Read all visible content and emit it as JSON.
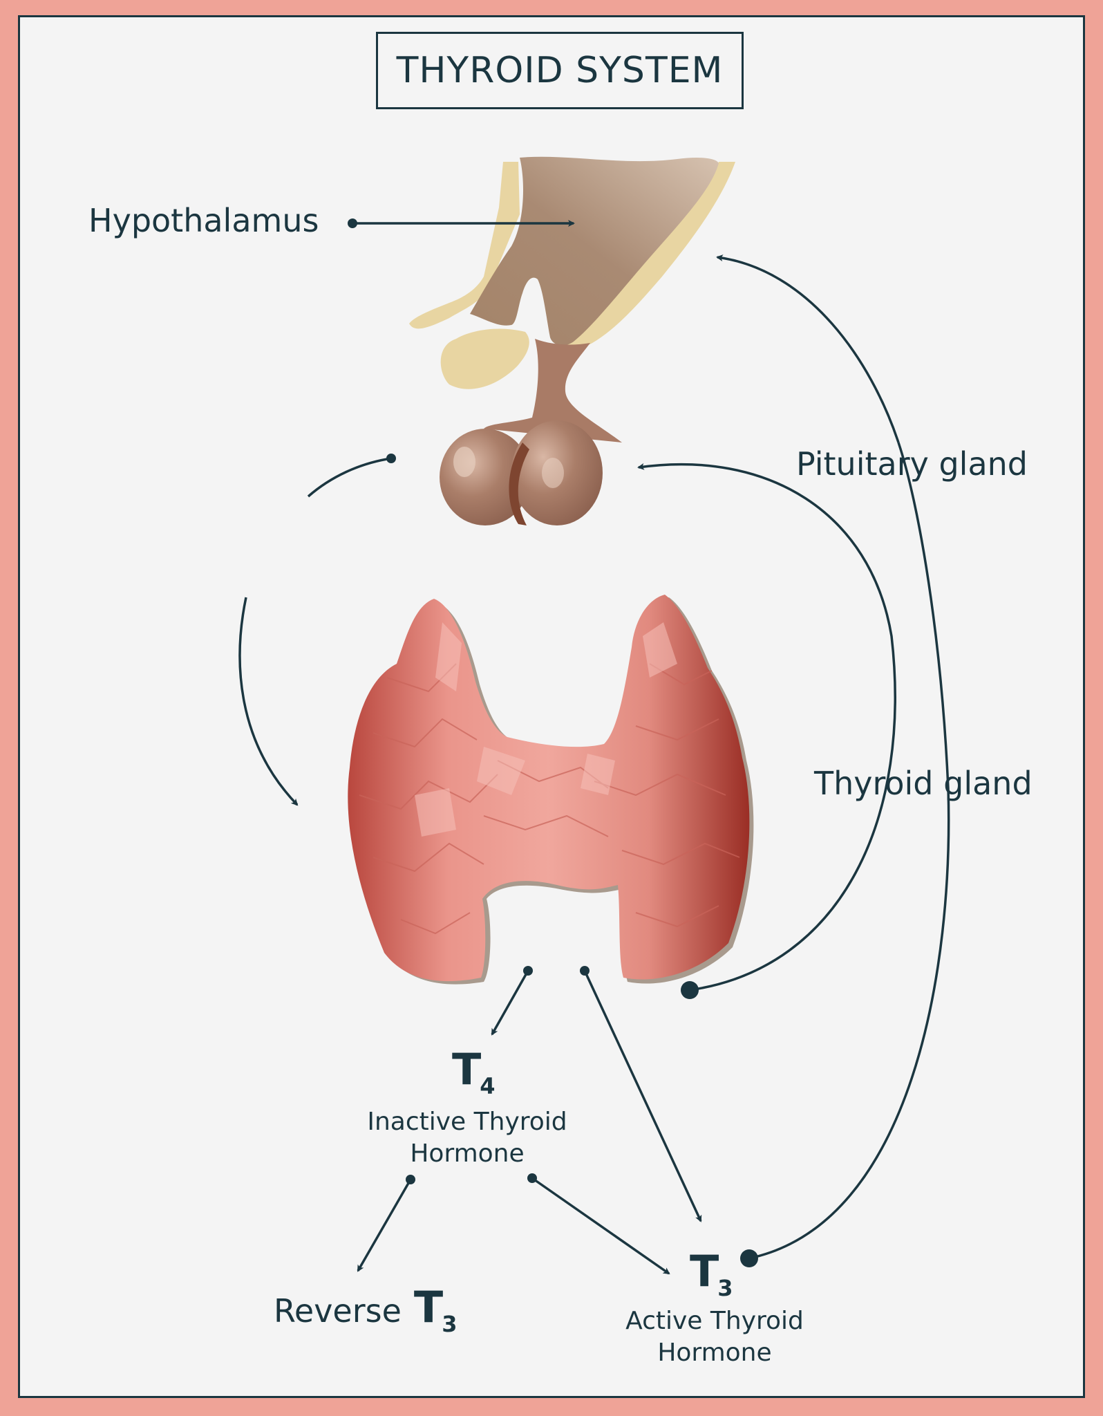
{
  "title": "THYROID SYSTEM",
  "labels": {
    "hypothalamus": "Hypothalamus",
    "pituitary": "Pituitary gland",
    "thyroid": "Thyroid gland",
    "reverse_prefix": "Reverse"
  },
  "hormones": {
    "t4": {
      "symbol": "T",
      "subscript": "4",
      "line1": "Inactive Thyroid",
      "line2": "Hormone"
    },
    "t3": {
      "symbol": "T",
      "subscript": "3",
      "line1": "Active Thyroid",
      "line2": "Hormone"
    },
    "reverse_t3": {
      "symbol": "T",
      "subscript": "3"
    }
  },
  "colors": {
    "border": "#EFA397",
    "background": "#F4F4F4",
    "ink": "#1B3640",
    "hypothalamus_fill": "#A98A73",
    "hypothalamus_outline": "#E8D5A2",
    "pituitary_fill": "#A97B66",
    "thyroid_fill": "#E3877C",
    "thyroid_dark": "#B1443C"
  }
}
